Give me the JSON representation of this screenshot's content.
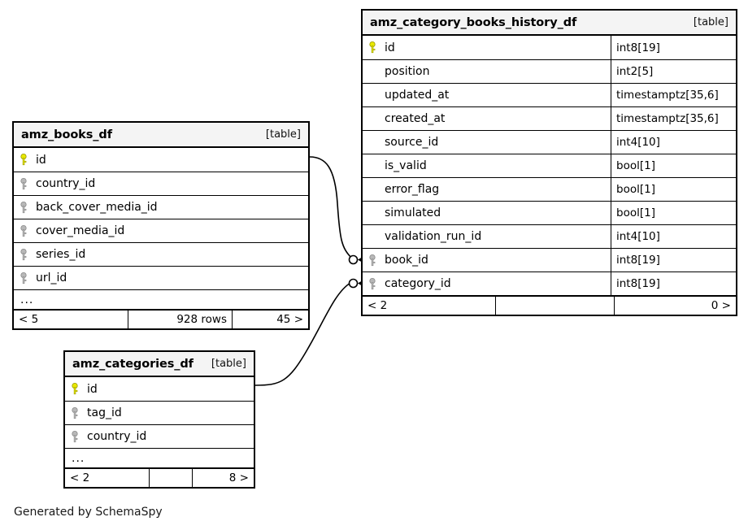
{
  "diagram": {
    "generator_caption": "Generated by SchemaSpy",
    "table_tag": "[table]",
    "ellipsis": "...",
    "colors": {
      "primary_key": "#e8e800",
      "foreign_key": "#b0b0b0",
      "header_bg": "#f4f4f4",
      "border": "#000000",
      "line": "#000000"
    }
  },
  "tables": {
    "books": {
      "name": "amz_books_df",
      "tag": "[table]",
      "columns": [
        {
          "name": "id",
          "key": "primary"
        },
        {
          "name": "country_id",
          "key": "foreign"
        },
        {
          "name": "back_cover_media_id",
          "key": "foreign"
        },
        {
          "name": "cover_media_id",
          "key": "foreign"
        },
        {
          "name": "series_id",
          "key": "foreign"
        },
        {
          "name": "url_id",
          "key": "foreign"
        }
      ],
      "has_ellipsis": true,
      "footer": {
        "left": "< 5",
        "middle": "928 rows",
        "right": "45 >"
      }
    },
    "history": {
      "name": "amz_category_books_history_df",
      "tag": "[table]",
      "columns": [
        {
          "name": "id",
          "type": "int8[19]",
          "key": "primary"
        },
        {
          "name": "position",
          "type": "int2[5]",
          "key": "none"
        },
        {
          "name": "updated_at",
          "type": "timestamptz[35,6]",
          "key": "none"
        },
        {
          "name": "created_at",
          "type": "timestamptz[35,6]",
          "key": "none"
        },
        {
          "name": "source_id",
          "type": "int4[10]",
          "key": "none"
        },
        {
          "name": "is_valid",
          "type": "bool[1]",
          "key": "none"
        },
        {
          "name": "error_flag",
          "type": "bool[1]",
          "key": "none"
        },
        {
          "name": "simulated",
          "type": "bool[1]",
          "key": "none"
        },
        {
          "name": "validation_run_id",
          "type": "int4[10]",
          "key": "none"
        },
        {
          "name": "book_id",
          "type": "int8[19]",
          "key": "foreign"
        },
        {
          "name": "category_id",
          "type": "int8[19]",
          "key": "foreign"
        }
      ],
      "has_ellipsis": false,
      "footer": {
        "left": "< 2",
        "middle": "",
        "right": "0 >"
      }
    },
    "categories": {
      "name": "amz_categories_df",
      "tag": "[table]",
      "columns": [
        {
          "name": "id",
          "key": "primary"
        },
        {
          "name": "tag_id",
          "key": "foreign"
        },
        {
          "name": "country_id",
          "key": "foreign"
        }
      ],
      "has_ellipsis": true,
      "footer": {
        "left": "< 2",
        "middle": "",
        "right": "8 >"
      }
    }
  },
  "relationships": [
    {
      "from": "books.id",
      "to": "history.book_id",
      "from_cardinality": "one",
      "to_cardinality": "zero-or-many"
    },
    {
      "from": "categories.id",
      "to": "history.category_id",
      "from_cardinality": "one",
      "to_cardinality": "zero-or-many"
    }
  ]
}
